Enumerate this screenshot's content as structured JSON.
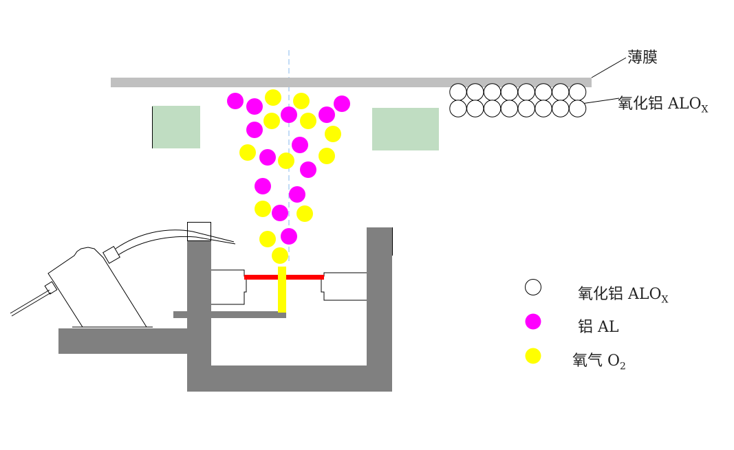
{
  "labels": {
    "film": "薄膜",
    "alox_callout": "氧化铝 ALO",
    "alox_callout_sub": "X"
  },
  "legend": [
    {
      "name": "氧化铝 ALO",
      "sub": "X",
      "color": "#ffffff",
      "stroke": "#000000"
    },
    {
      "name": "铝 AL",
      "sub": "",
      "color": "#ff00ff",
      "stroke": "none"
    },
    {
      "name": "氧气 O",
      "sub": "2",
      "color": "#ffff00",
      "stroke": "none"
    }
  ],
  "colors": {
    "film": "#c0c0c0",
    "shield": "#c0ddc2",
    "wall": "#808080",
    "heater": "#ff0000",
    "aluminum": "#ff00ff",
    "oxygen": "#ffff00",
    "axis": "#99c4f0"
  },
  "alox_layer": {
    "rows": 2,
    "cols": 8
  }
}
